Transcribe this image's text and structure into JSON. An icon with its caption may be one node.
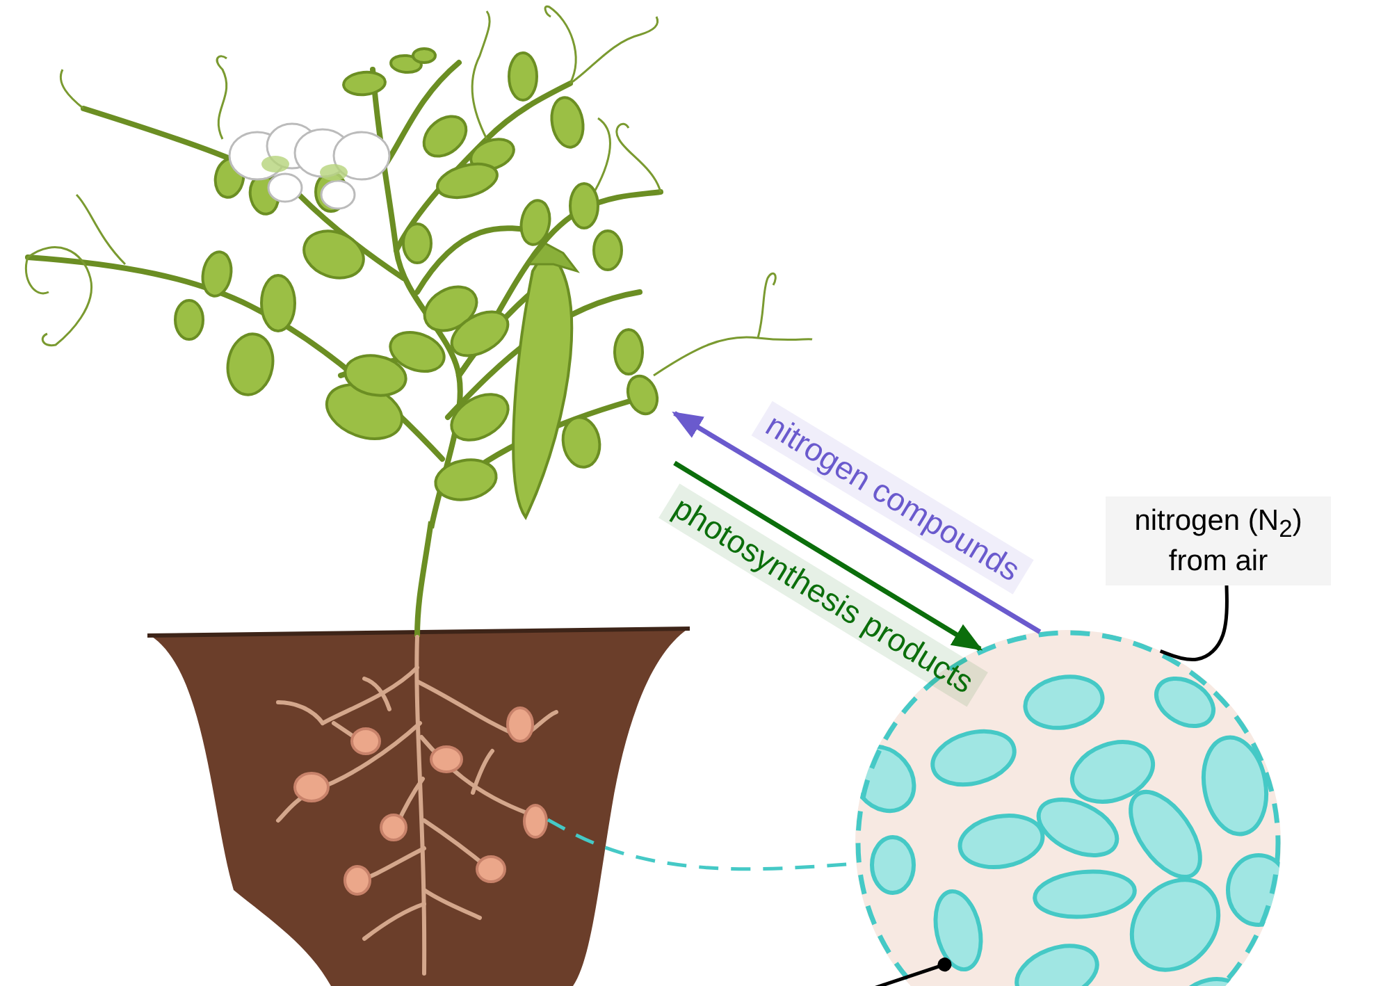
{
  "diagram": {
    "nodes": [
      {
        "text": [],
        "shape": "picture"
      },
      {
        "text": [],
        "shape": "circle"
      },
      {
        "text": [
          "nitrogen (N$_{2}$) from air"
        ]
      },
      {
        "text": [],
        "shape": "ellipse"
      },
      {
        "text": [],
        "shape": "ellipse",
        "in": 1
      }
    ],
    "edges": [
      {
        "from": 1,
        "to": 0,
        "arrow": "to",
        "label": "nitrogen compounds",
        "color": "#6a5acd"
      },
      {
        "from": 0,
        "to": 1,
        "arrow": "to",
        "label": "photosynthesis products",
        "color": "#0b6e0b"
      },
      {
        "from": 2,
        "to": 1,
        "arrow": "none"
      },
      {
        "from": 3,
        "to": 1,
        "arrow": "none",
        "style": "dashed",
        "color": "#45c9c6"
      },
      {
        "from": null,
        "to": 4,
        "arrow": "other"
      }
    ]
  }
}
